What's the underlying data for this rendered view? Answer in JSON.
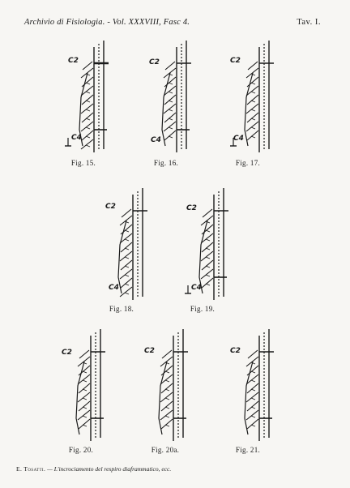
{
  "header": {
    "journal": "Archivio di Fisiologia. - Vol. XXXVIII, Fasc 4.",
    "plate": "Tav. I."
  },
  "figures": [
    {
      "id": "fig15",
      "caption": "Fig. 15.",
      "label_top": "C2",
      "label_bottom": "C4"
    },
    {
      "id": "fig16",
      "caption": "Fig. 16.",
      "label_top": "C2",
      "label_bottom": "C4"
    },
    {
      "id": "fig17",
      "caption": "Fig. 17.",
      "label_top": "C2",
      "label_bottom": "C4"
    },
    {
      "id": "fig18",
      "caption": "Fig. 18.",
      "label_top": "C2",
      "label_bottom": "C4"
    },
    {
      "id": "fig19",
      "caption": "Fig. 19.",
      "label_top": "C2",
      "label_bottom": "C4"
    },
    {
      "id": "fig20",
      "caption": "Fig. 20.",
      "label_top": "C2",
      "label_bottom": ""
    },
    {
      "id": "fig20a",
      "caption": "Fig. 20a.",
      "label_top": "C2",
      "label_bottom": ""
    },
    {
      "id": "fig21",
      "caption": "Fig. 21.",
      "label_top": "C2",
      "label_bottom": ""
    }
  ],
  "footer": {
    "author": "E. Tosatti.",
    "title": "— L'incrociamento del respiro diaframmatico, ecc."
  },
  "colors": {
    "ink": "#1a1a1a",
    "paper": "#f7f6f3"
  }
}
